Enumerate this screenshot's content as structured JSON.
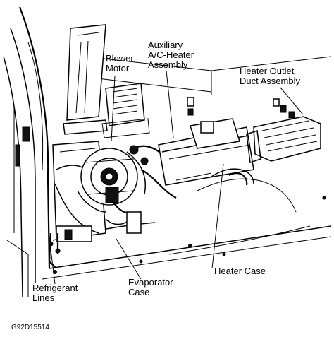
{
  "labels": {
    "blower_motor": [
      "Blower",
      "Motor"
    ],
    "auxiliary": [
      "Auxiliary",
      "A/C-Heater",
      "Assembly"
    ],
    "heater_outlet": [
      "Heater Outlet",
      "Duct Assembly"
    ],
    "heater_case": "Heater Case",
    "evaporator_case": [
      "Evaporator",
      "Case"
    ],
    "refrigerant_lines": [
      "Refrigerant",
      "Lines"
    ]
  },
  "figure_code": "G92D15514"
}
